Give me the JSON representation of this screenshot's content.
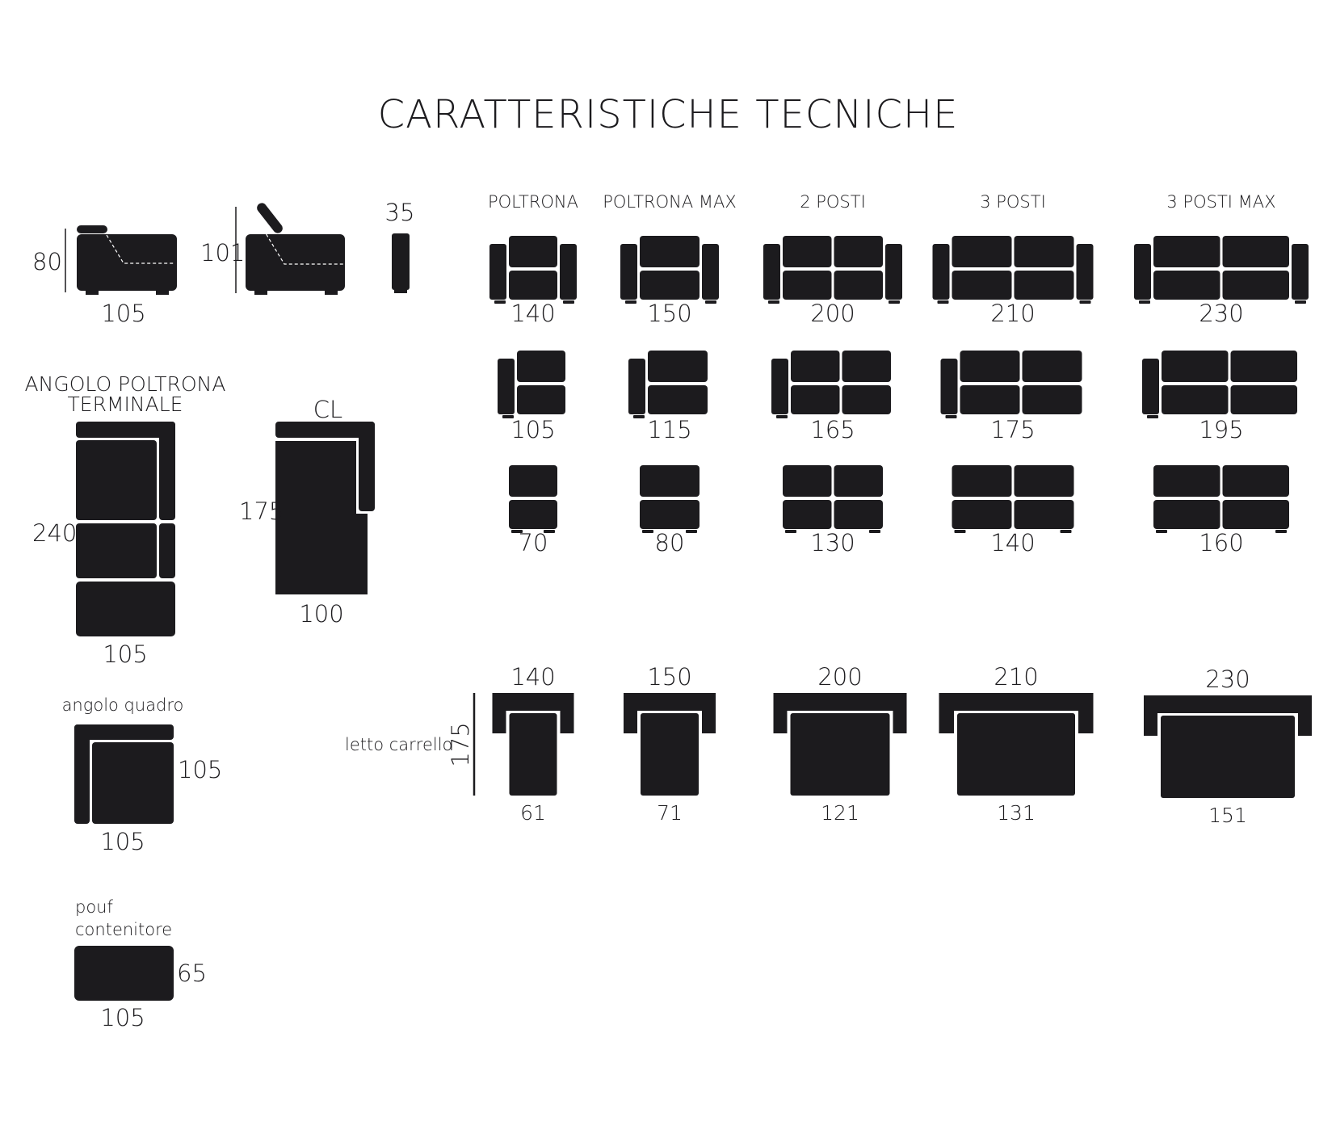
{
  "title": "CARATTERISTICHE TECNICHE",
  "ink_color": "#1c1b1e",
  "profile": {
    "fixed": {
      "height": "80",
      "width": "105"
    },
    "reclined": {
      "height": "101"
    },
    "arm": {
      "width": "35"
    }
  },
  "columns": [
    "POLTRONA",
    "POLTRONA MAX",
    "2 POSTI",
    "3 POSTI",
    "3 POSTI MAX"
  ],
  "rows": {
    "two_arms": [
      "140",
      "150",
      "200",
      "210",
      "230"
    ],
    "one_arm": [
      "105",
      "115",
      "165",
      "175",
      "195"
    ],
    "no_arm": [
      "70",
      "80",
      "130",
      "140",
      "160"
    ]
  },
  "angolo": {
    "label_line1": "ANGOLO POLTRONA",
    "label_line2": "TERMINALE",
    "depth": "240",
    "width": "105"
  },
  "cl": {
    "label": "CL",
    "depth": "175",
    "width": "100"
  },
  "angolo_quadro": {
    "label": "angolo quadro",
    "side": "105",
    "width": "105"
  },
  "pouf": {
    "label_line1": "pouf",
    "label_line2": "contenitore",
    "height": "65",
    "width": "105"
  },
  "letto": {
    "label": "letto carrello",
    "depth": "175",
    "outer_widths": [
      "140",
      "150",
      "200",
      "210",
      "230"
    ],
    "mattress_widths": [
      "61",
      "71",
      "121",
      "131",
      "151"
    ]
  }
}
